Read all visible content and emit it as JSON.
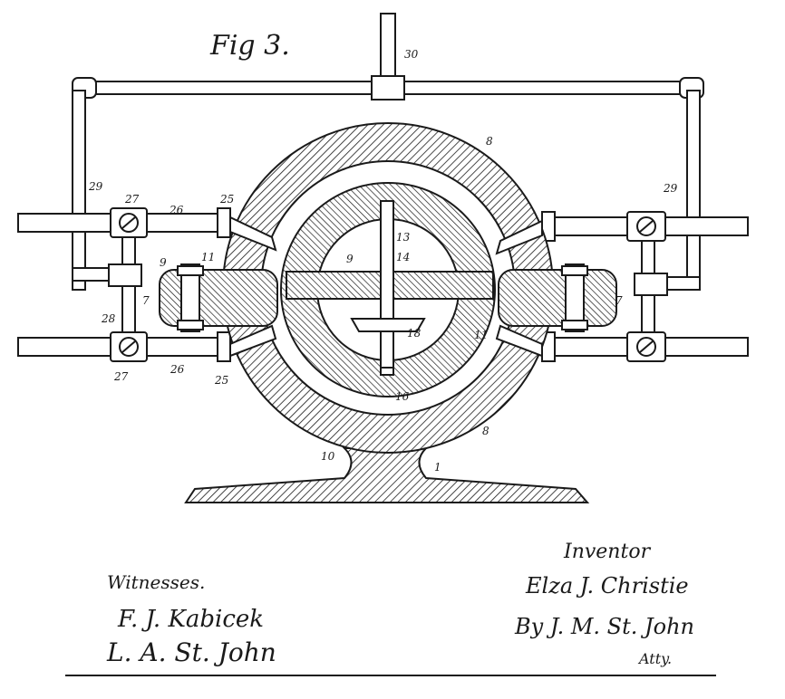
{
  "figure": {
    "label": "Fig 3."
  },
  "reference_numerals": [
    "30",
    "8",
    "29",
    "29",
    "27",
    "26",
    "25",
    "11",
    "13",
    "14",
    "9",
    "9",
    "7",
    "7",
    "28",
    "18",
    "11",
    "27",
    "26",
    "25",
    "16",
    "8",
    "10",
    "1"
  ],
  "witnesses": {
    "heading": "Witnesses.",
    "signatures": [
      "F. J. Kabicek",
      "L. A. St. John"
    ]
  },
  "inventor": {
    "heading": "Inventor",
    "name": "Elza J. Christie",
    "by_line": "By J. M. St. John",
    "atty": "Atty."
  }
}
